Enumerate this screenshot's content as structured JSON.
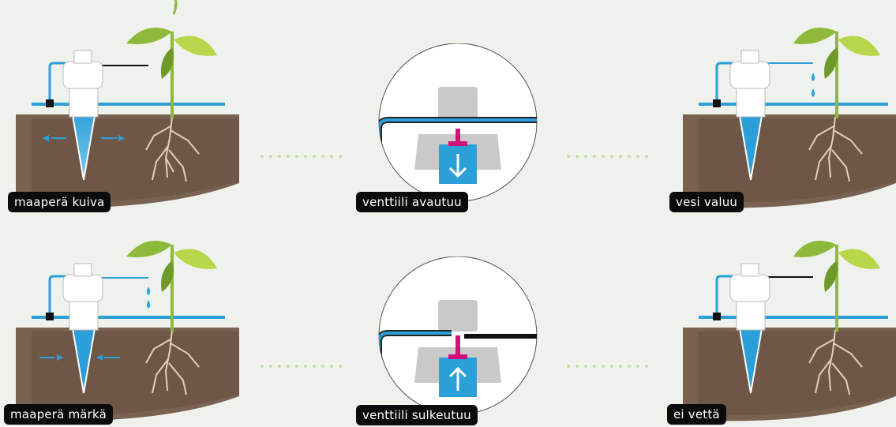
{
  "steps": [
    {
      "label": "maaperä kuiva"
    },
    {
      "label": "venttiili avautuu"
    },
    {
      "label": "vesi valuu"
    },
    {
      "label": "maaperä märkä"
    },
    {
      "label": "venttiili sulkeutuu"
    },
    {
      "label": "ei vettä"
    }
  ],
  "colors": {
    "background": "#eff1ec",
    "soil": "#7a6252",
    "soil_dark": "#4e3c33",
    "water": "#2b9fd8",
    "valve_accent": "#d1107a",
    "leaf": "#8fb93a",
    "label_bg": "#0b0b0b",
    "dots": "#c3dcaa"
  }
}
